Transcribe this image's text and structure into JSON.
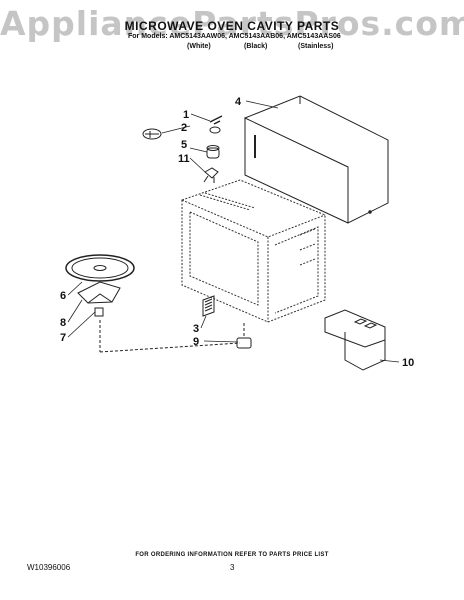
{
  "watermark": "AppliancePartsPros.com",
  "header": {
    "title": "MICROWAVE OVEN CAVITY PARTS",
    "models_line": "For Models: AMC5143AAW06, AMC5143AAB06, AMC5143AAS06",
    "variants": [
      "(White)",
      "(Black)",
      "(Stainless)"
    ]
  },
  "callouts": [
    "1",
    "2",
    "3",
    "4",
    "5",
    "6",
    "7",
    "8",
    "9",
    "10",
    "11"
  ],
  "footer": {
    "ordering_note": "FOR ORDERING INFORMATION REFER TO PARTS PRICE LIST",
    "doc_number": "W10396006",
    "page_number": "3"
  }
}
